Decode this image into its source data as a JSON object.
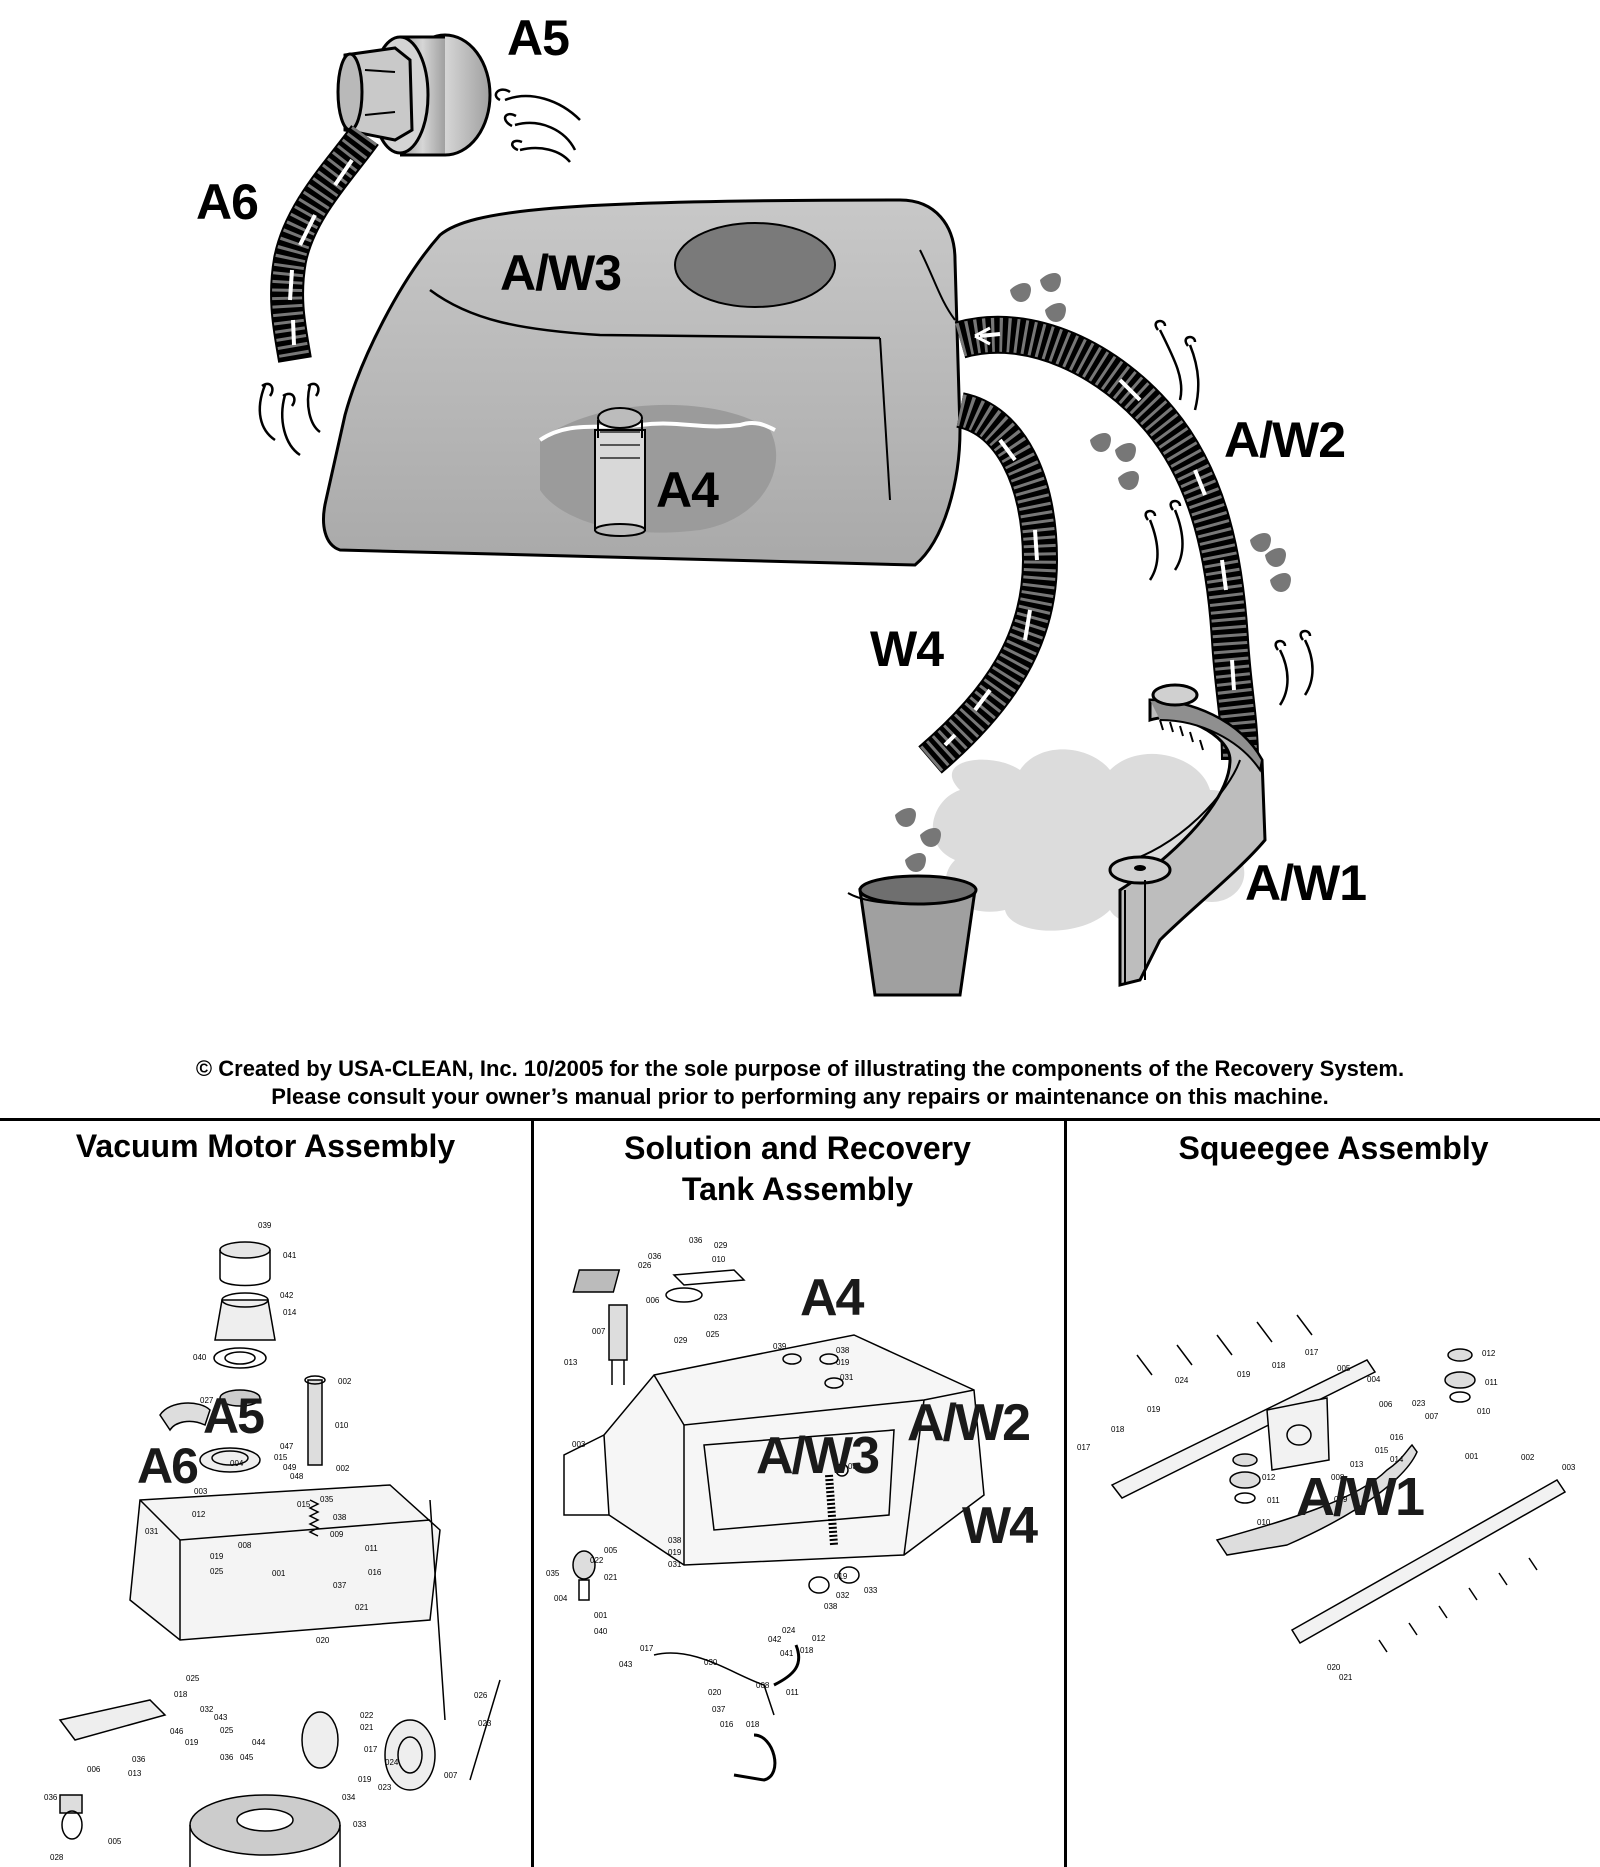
{
  "diagram": {
    "labels": {
      "a5": "A5",
      "a6": "A6",
      "aw3": "A/W3",
      "a4": "A4",
      "aw2": "A/W2",
      "w4": "W4",
      "aw1": "A/W1"
    },
    "copyright_line1": "© Created by USA-CLEAN, Inc. 10/2005 for the sole purpose of illustrating the components of the Recovery System.",
    "copyright_line2": "Please consult your owner’s manual prior to performing any repairs or maintenance on this machine."
  },
  "panels": {
    "vacuum": {
      "title": "Vacuum Motor Assembly",
      "labels": {
        "a5": "A5",
        "a6": "A6"
      },
      "parts": [
        "039",
        "041",
        "042",
        "014",
        "040",
        "002",
        "027",
        "010",
        "047",
        "004",
        "015",
        "049",
        "048",
        "003",
        "002",
        "012",
        "031",
        "015",
        "035",
        "038",
        "009",
        "008",
        "019",
        "025",
        "001",
        "011",
        "016",
        "037",
        "021",
        "020",
        "025",
        "018",
        "032",
        "043",
        "046",
        "019",
        "025",
        "036",
        "045",
        "044",
        "022",
        "021",
        "017",
        "006",
        "024",
        "019",
        "023",
        "007",
        "026",
        "023",
        "036",
        "013",
        "036",
        "028",
        "005",
        "034",
        "033"
      ]
    },
    "tank": {
      "title_line1": "Solution and Recovery",
      "title_line2": "Tank Assembly",
      "labels": {
        "a4": "A4",
        "aw3": "A/W3",
        "aw2": "A/W2",
        "w4": "W4"
      },
      "parts": [
        "036",
        "029",
        "036",
        "010",
        "026",
        "006",
        "023",
        "007",
        "029",
        "025",
        "039",
        "038",
        "019",
        "031",
        "013",
        "003",
        "034",
        "038",
        "019",
        "031",
        "005",
        "022",
        "021",
        "035",
        "004",
        "001",
        "040",
        "017",
        "043",
        "024",
        "042",
        "041",
        "018",
        "012",
        "030",
        "020",
        "037",
        "008",
        "011",
        "016",
        "018",
        "032",
        "033",
        "019",
        "038"
      ]
    },
    "squeegee": {
      "title": "Squeegee Assembly",
      "labels": {
        "aw1": "A/W1"
      },
      "parts": [
        "017",
        "018",
        "005",
        "004",
        "019",
        "024",
        "006",
        "023",
        "012",
        "011",
        "010",
        "007",
        "018",
        "019",
        "016",
        "015",
        "013",
        "014",
        "008",
        "001",
        "002",
        "003",
        "017",
        "012",
        "011",
        "010",
        "009",
        "020",
        "021"
      ]
    }
  }
}
